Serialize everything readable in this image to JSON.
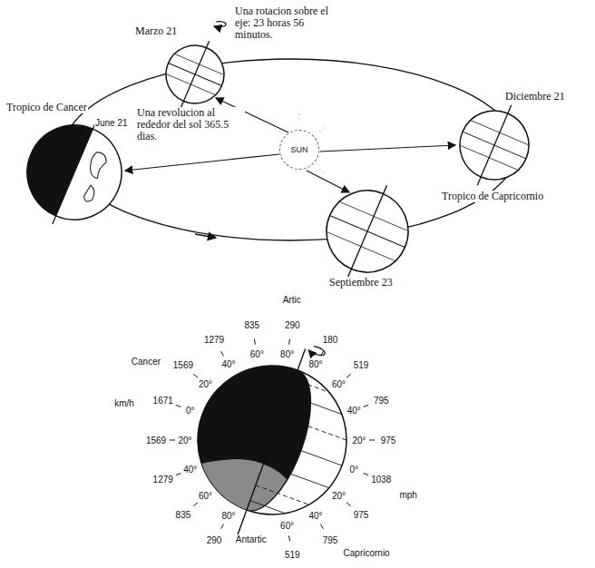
{
  "diagram": {
    "nodes": [
      {
        "text": [
          "SUN"
        ]
      }
    ],
    "labels": [
      "Marzo 21",
      "Una rotacion sobre el eje: 23 horas 56 minutos.",
      "Tropico de Cancer",
      "June 21",
      "Una revolucion al rededor del sol 365.5 dias.",
      "Diciembre 21",
      "Tropico de Capricornio",
      "Septiembre 23",
      "km/h",
      "290",
      "80°",
      "835",
      "60°",
      "1279",
      "40°",
      "1569",
      "20°",
      "Cancer",
      "1671",
      "0°",
      "1569",
      "20°",
      "1279",
      "40°",
      "835",
      "60°",
      "290",
      "80°",
      "Artic",
      "180",
      "80°",
      "519",
      "60°",
      "795",
      "40°",
      "975",
      "20°",
      "1038",
      "0°",
      "mph",
      "975",
      "20°",
      "Capricornio",
      "795",
      "40°",
      "519",
      "60°",
      "Antartic"
    ]
  }
}
